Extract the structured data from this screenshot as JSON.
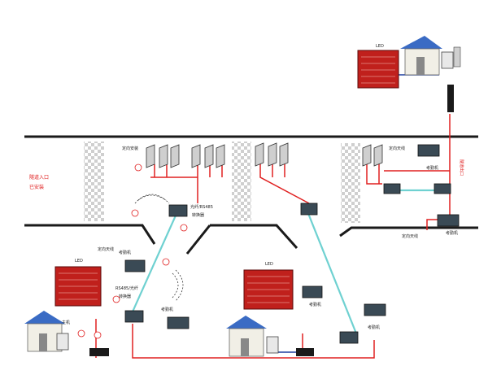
{
  "labels": {
    "led_top": "LED",
    "led_left": "LED",
    "led_bottom": "LED",
    "directional_antenna_top": "定向安装",
    "tunnel_entrance": "隧道入口",
    "installed": "已安装",
    "converter_top": "光纤/RS485",
    "converter_top_2": "转换器",
    "directional_antenna_right": "定向天线",
    "attendance_right_1": "考勤机",
    "attendance_right_2": "考勤机",
    "tunnel_exit": "隧道出口",
    "directional_antenna_left": "定向天线",
    "attendance_left_1": "考勤机",
    "converter_left": "RS485/光纤",
    "converter_left_2": "转换器",
    "attendance_left_2": "考勤机",
    "host_left": "主机",
    "attendance_bottom_1": "考勤机",
    "attendance_bottom_2": "考勤机"
  },
  "colors": {
    "wall": "#1a1a1a",
    "red_line": "#e02020",
    "cyan_line": "#6fd1d1",
    "led_panel": "#c0201c",
    "house_roof": "#3a6bc4",
    "house_wall": "#f1efe6"
  }
}
